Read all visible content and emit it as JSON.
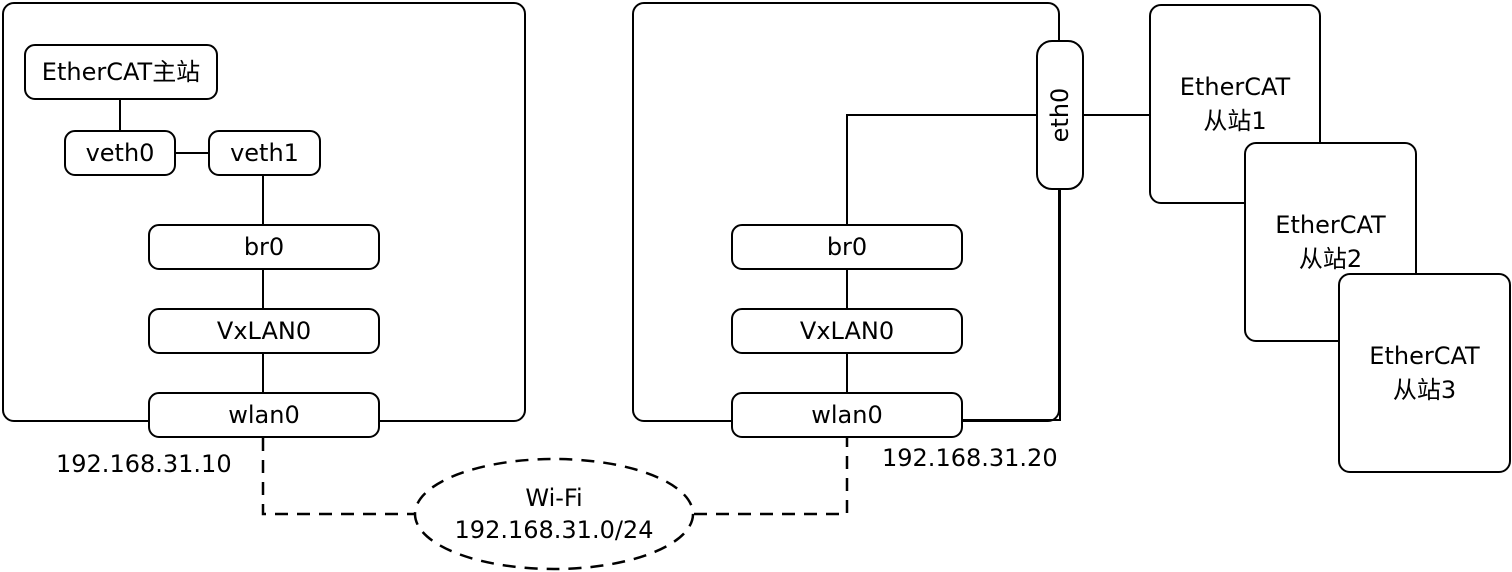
{
  "left_host": {
    "master": "EtherCAT主站",
    "veth0": "veth0",
    "veth1": "veth1",
    "br0": "br0",
    "vxlan": "VxLAN0",
    "wlan": "wlan0",
    "ip": "192.168.31.10"
  },
  "right_host": {
    "br0": "br0",
    "vxlan": "VxLAN0",
    "wlan": "wlan0",
    "eth0": "eth0",
    "ip": "192.168.31.20"
  },
  "slaves": [
    {
      "line1": "EtherCAT",
      "line2": "从站1"
    },
    {
      "line1": "EtherCAT",
      "line2": "从站2"
    },
    {
      "line1": "EtherCAT",
      "line2": "从站3"
    }
  ],
  "wifi": {
    "name": "Wi-Fi",
    "subnet": "192.168.31.0/24"
  }
}
